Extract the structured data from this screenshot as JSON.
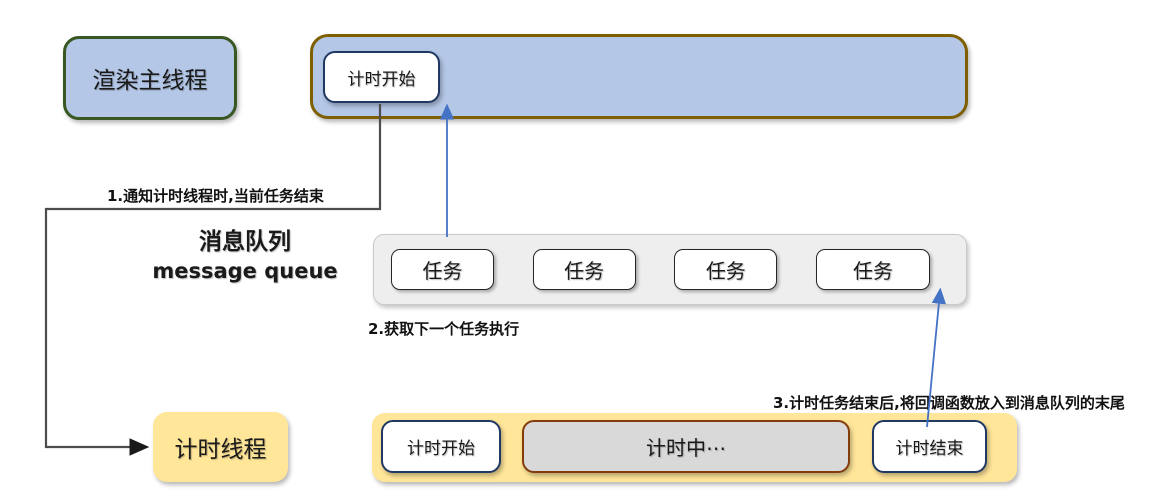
{
  "diagram": {
    "render_main_thread": {
      "label": "渲染主线程"
    },
    "main_thread_bar": {
      "timer_start_label": "计时开始"
    },
    "message_queue": {
      "title_zh": "消息队列",
      "title_en": "message queue",
      "tasks": [
        "任务",
        "任务",
        "任务",
        "任务"
      ]
    },
    "timer_thread": {
      "label": "计时线程"
    },
    "timer_track": {
      "start_label": "计时开始",
      "running_label": "计时中⋯",
      "end_label": "计时结束"
    },
    "annotations": {
      "step1": "1.通知计时线程时,当前任务结束",
      "step2": "2.获取下一个任务执行",
      "step3": "3.计时任务结束后,将回调函数放入到消息队列的末尾"
    },
    "colors": {
      "light_blue_fill": "#b4c7e7",
      "green_border": "#385723",
      "gold_border": "#7f6000",
      "navy_border": "#203864",
      "yellow_fill": "#ffe699",
      "gray_fill": "#d9d9d9",
      "brown_border": "#843c0c",
      "queue_bg": "#eeeeee",
      "arrow_blue": "#4472c4",
      "arrow_dark": "#4d4d4d"
    }
  }
}
